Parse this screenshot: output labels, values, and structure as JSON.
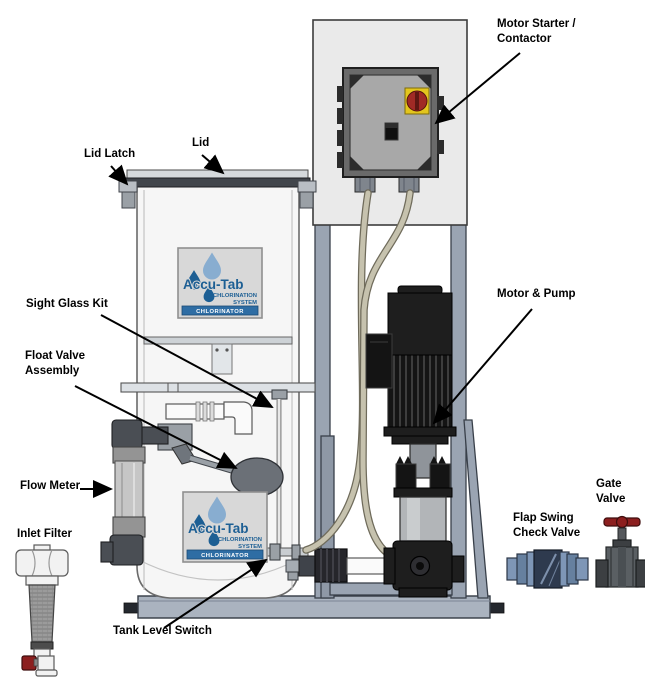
{
  "callouts": {
    "lid_latch": {
      "label": "Lid Latch"
    },
    "lid": {
      "label": "Lid"
    },
    "motor_starter": {
      "line1": "Motor Starter /",
      "line2": "Contactor"
    },
    "sight_glass": {
      "label": "Sight Glass Kit"
    },
    "float_valve": {
      "line1": "Float Valve",
      "line2": "Assembly"
    },
    "motor_pump": {
      "label": "Motor & Pump"
    },
    "flow_meter": {
      "label": "Flow Meter"
    },
    "inlet_filter": {
      "label": "Inlet Filter"
    },
    "flap_check_valve": {
      "line1": "Flap Swing",
      "line2": "Check Valve"
    },
    "gate_valve": {
      "line1": "Gate",
      "line2": "Valve"
    },
    "tank_level_switch": {
      "label": "Tank Level Switch"
    }
  },
  "product_label": {
    "brand": "Accu-Tab",
    "tagline_line1": "CHLORINATION",
    "tagline_line2": "SYSTEM",
    "banner": "CHLORINATOR"
  },
  "colors": {
    "accent_blue": "#1d5f94",
    "banner_blue": "#2e6da4",
    "label_bg": "#d8d8d8",
    "frame_gray": "#9aa4b2",
    "panel_bg": "#eaeaea",
    "enclosure_gray": "#a8a8a8",
    "switch_yellow": "#e3c51e",
    "switch_red": "#a12a25",
    "motor_black": "#1e1e1e",
    "pump_gray": "#b2b5b8",
    "cable_beige": "#c6c2ae",
    "check_valve_blue": "#7e96b6",
    "check_valve_dark": "#2e3a4e",
    "valve_gray": "#5a5f63",
    "handle_red": "#8c1f1f",
    "tank_fill": "#f6f6f6",
    "base_gray": "#aab3bf"
  }
}
